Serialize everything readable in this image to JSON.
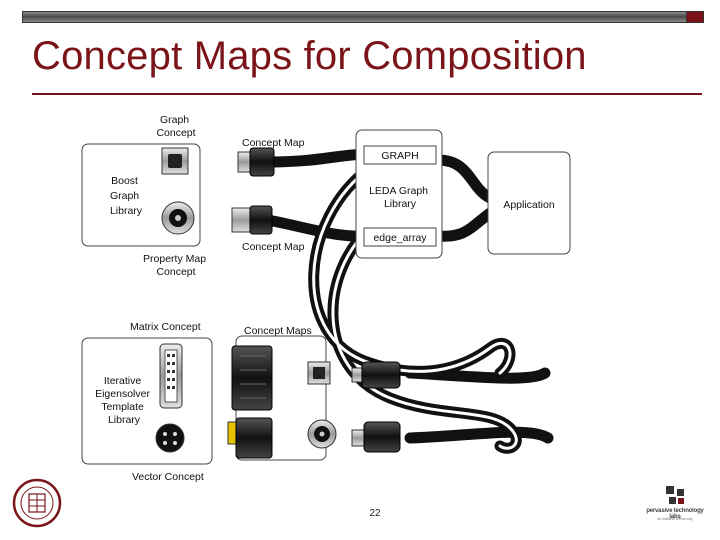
{
  "slide": {
    "title": "Concept Maps for Composition",
    "page_number": "22"
  },
  "diagram": {
    "boost_library": "Boost\nGraph\nLibrary",
    "graph_concept": "Graph\nConcept",
    "property_map_concept": "Property Map\nConcept",
    "concept_map_top": "Concept Map",
    "concept_map_bottom": "Concept Map",
    "graph_port": "GRAPH",
    "leda_library": "LEDA Graph\nLibrary",
    "edge_array_port": "edge_array",
    "application": "Application",
    "matrix_concept": "Matrix Concept",
    "concept_maps": "Concept Maps",
    "ietl_library": "Iterative\nEigensolver\nTemplate\nLibrary",
    "vector_concept": "Vector Concept"
  },
  "footer": {
    "logo_text": "pervasive technology labs",
    "logo_sub": "at indiana university"
  },
  "colors": {
    "brand": "#7a1418",
    "cable": "#1a1a1a"
  }
}
